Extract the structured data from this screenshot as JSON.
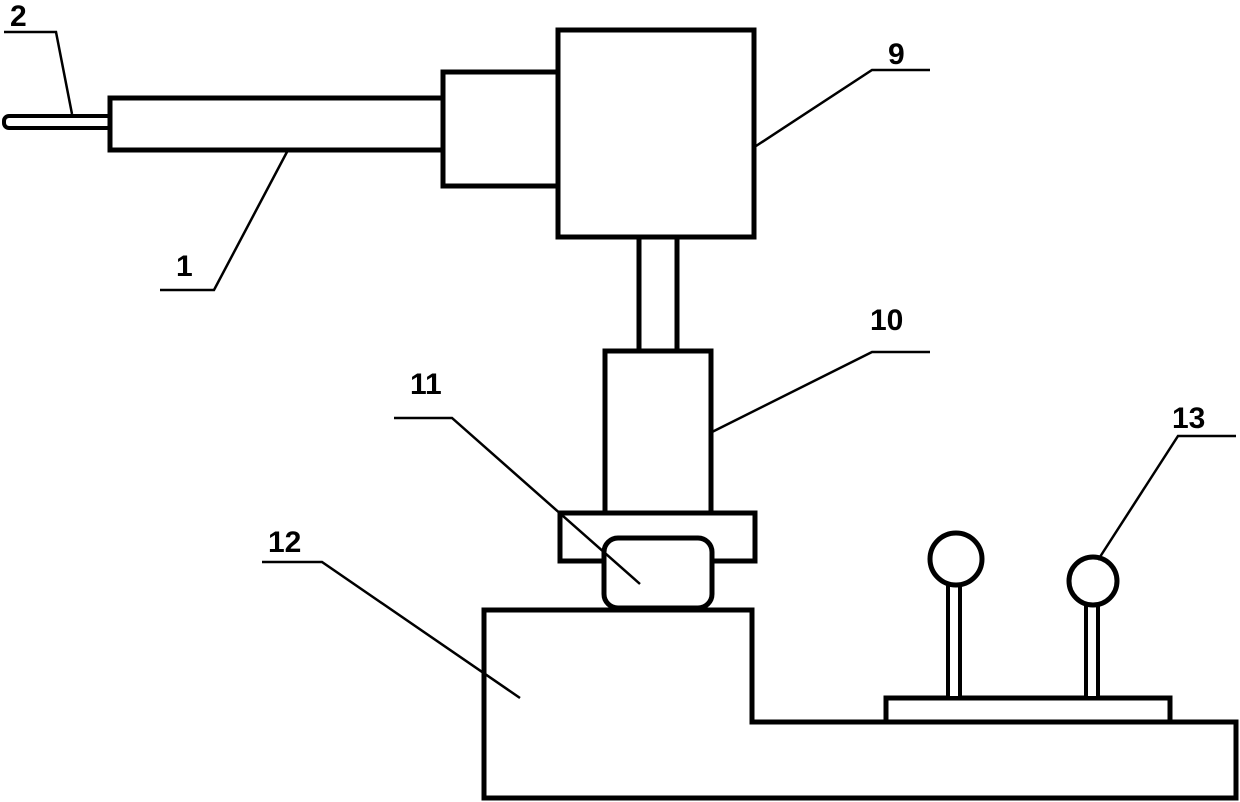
{
  "diagram": {
    "callouts": {
      "c1": "1",
      "c2": "2",
      "c9": "9",
      "c10": "10",
      "c11": "11",
      "c12": "12",
      "c13": "13"
    },
    "colors": {
      "stroke": "#000000",
      "fill": "#ffffff"
    }
  }
}
